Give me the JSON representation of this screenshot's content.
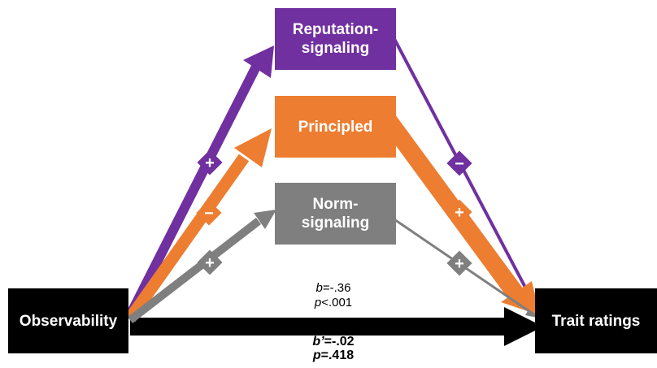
{
  "colors": {
    "reputation": "#7030A0",
    "principled": "#ED7D31",
    "norm": "#7F7F7F",
    "outcome": "#000000",
    "text": "#ffffff"
  },
  "nodes": {
    "observability": {
      "label": "Observability"
    },
    "trait": {
      "label": "Trait ratings"
    },
    "reputation": {
      "line1": "Reputation-",
      "line2": "signaling"
    },
    "principled": {
      "label": "Principled"
    },
    "norm": {
      "line1": "Norm-",
      "line2": "signaling"
    }
  },
  "paths": {
    "reputation_a": "+",
    "reputation_b": "−",
    "principled_a": "−",
    "principled_b": "+",
    "norm_a": "+",
    "norm_b": "+"
  },
  "stats": {
    "total_b_label": "b",
    "total_b_value": "=-.36",
    "total_p_label": "p",
    "total_p_value": "<.001",
    "direct_b_label": "b’",
    "direct_b_value": "=-.02",
    "direct_p_label": "p",
    "direct_p_value": "=.418"
  }
}
